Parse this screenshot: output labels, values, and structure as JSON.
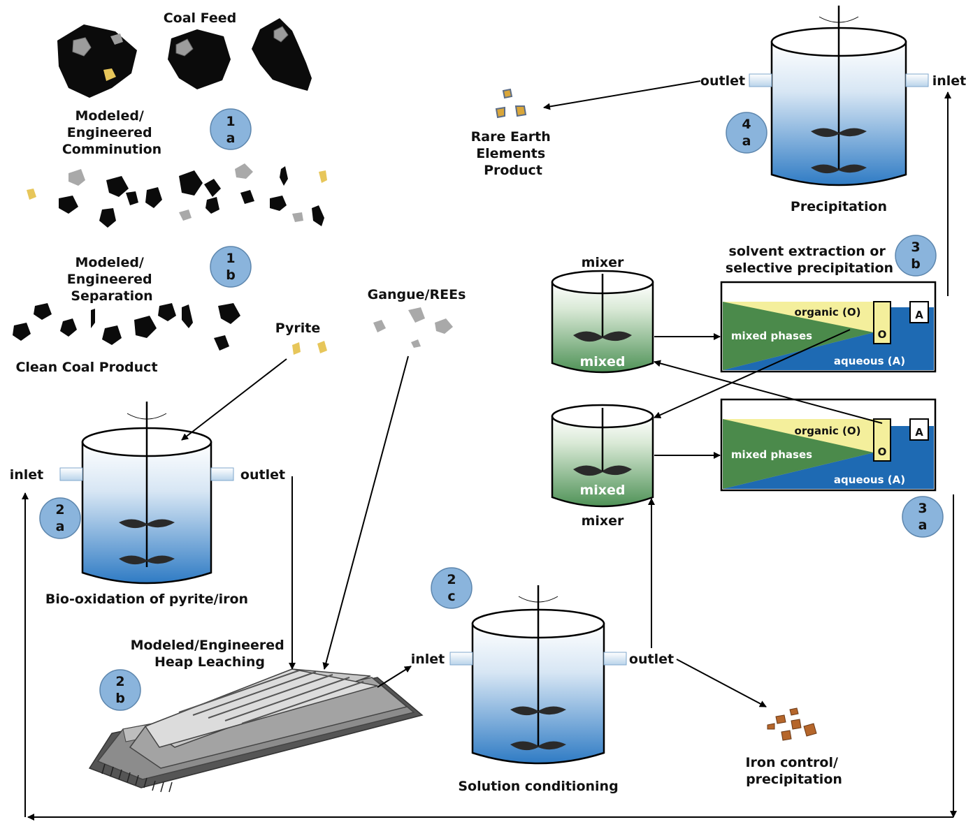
{
  "labels": {
    "coal_feed": "Coal Feed",
    "comminution": [
      "Modeled/",
      "Engineered",
      "Comminution"
    ],
    "separation": [
      "Modeled/",
      "Engineered",
      "Separation"
    ],
    "clean_coal": "Clean Coal Product",
    "pyrite": "Pyrite",
    "gangue": "Gangue/REEs",
    "bio_oxidation": "Bio-oxidation of pyrite/iron",
    "heap_leaching": [
      "Modeled/Engineered",
      "Heap Leaching"
    ],
    "solution_conditioning": "Solution conditioning",
    "iron_control": [
      "Iron control/",
      "precipitation"
    ],
    "rare_earth": [
      "Rare Earth",
      "Elements",
      "Product"
    ],
    "precipitation": "Precipitation",
    "solvent_extraction": [
      "solvent extraction or",
      "selective precipitation"
    ],
    "mixer_top": "mixer",
    "mixer_bottom": "mixer",
    "mixed": "mixed",
    "inlet": "inlet",
    "outlet": "outlet",
    "organic": "organic (O)",
    "mixed_phases": "mixed phases",
    "aqueous": "aqueous (A)",
    "o": "O",
    "a": "A"
  },
  "badges": {
    "s1a": [
      "1",
      "a"
    ],
    "s1b": [
      "1",
      "b"
    ],
    "s2a": [
      "2",
      "a"
    ],
    "s2b": [
      "2",
      "b"
    ],
    "s2c": [
      "2",
      "c"
    ],
    "s3a": [
      "3",
      "a"
    ],
    "s3b": [
      "3",
      "b"
    ],
    "s4a": [
      "4",
      "a"
    ]
  },
  "colors": {
    "tank_blue": "#2f7bc4",
    "tank_green": "#4f9257",
    "settler_blue": "#1e6ab3",
    "settler_green": "#4b8a4b",
    "settler_yellow": "#f4ef9c",
    "badge": "#8ab4dc",
    "coal": "#0b0b0b",
    "pyrite": "#e7c65a",
    "gangue": "#a9a9a9",
    "iron": "#b5662b"
  }
}
